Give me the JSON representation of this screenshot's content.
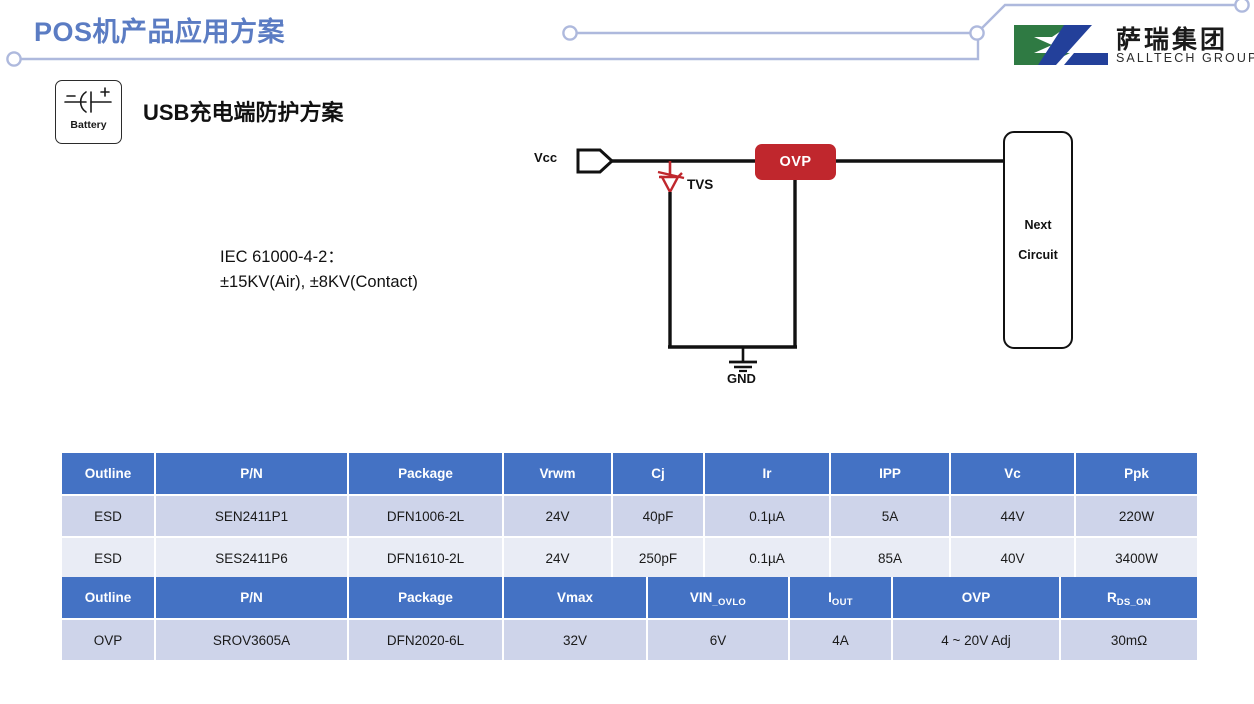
{
  "header": {
    "title": "POS机产品应用方案",
    "title_color": "#5b7cc3",
    "deco_color": "#aeb9dd"
  },
  "logo": {
    "cn_name": "萨瑞集团",
    "en_name": "SALLTECH GROUP",
    "green": "#2f7a43",
    "blue": "#23409a"
  },
  "battery_icon": {
    "label": "Battery",
    "icon": "battery-icon"
  },
  "section": {
    "title_lat": "USB",
    "title_cn": "充电端防护方案"
  },
  "note": {
    "line1": "IEC 61000-4-2：",
    "line2": "±15KV(Air), ±8KV(Contact)"
  },
  "circuit": {
    "vcc_label": "Vcc",
    "tvs_label": "TVS",
    "gnd_label": "GND",
    "ovp_label": "OVP",
    "next_circuit_line1": "Next",
    "next_circuit_line2": "Circuit",
    "ovp_color": "#c0272d",
    "tvs_color": "#c0272d",
    "wire_color": "#111111"
  },
  "table_esd": {
    "headers": [
      "Outline",
      "P/N",
      "Package",
      "Vrwm",
      "Cj",
      "Ir",
      "IPP",
      "Vc",
      "Ppk"
    ],
    "rows": [
      [
        "ESD",
        "SEN2411P1",
        "DFN1006-2L",
        "24V",
        "40pF",
        "0.1µA",
        "5A",
        "44V",
        "220W"
      ],
      [
        "ESD",
        "SES2411P6",
        "DFN1610-2L",
        "24V",
        "250pF",
        "0.1µA",
        "85A",
        "40V",
        "3400W"
      ]
    ]
  },
  "table_ovp": {
    "headers": [
      {
        "main": "Outline",
        "sub": ""
      },
      {
        "main": "P/N",
        "sub": ""
      },
      {
        "main": "Package",
        "sub": ""
      },
      {
        "main": "Vmax",
        "sub": ""
      },
      {
        "main": "VIN",
        "sub": "_OVLO"
      },
      {
        "main": "I",
        "sub": "OUT"
      },
      {
        "main": "OVP",
        "sub": ""
      },
      {
        "main": "R",
        "sub": "DS_ON"
      }
    ],
    "rows": [
      [
        "OVP",
        "SROV3605A",
        "DFN2020-6L",
        "32V",
        "6V",
        "4A",
        "4 ~ 20V Adj",
        "30mΩ"
      ]
    ]
  },
  "theme": {
    "header_blue": "#4472c4",
    "row_a": "#ced4ea",
    "row_b": "#e9ecf5"
  }
}
